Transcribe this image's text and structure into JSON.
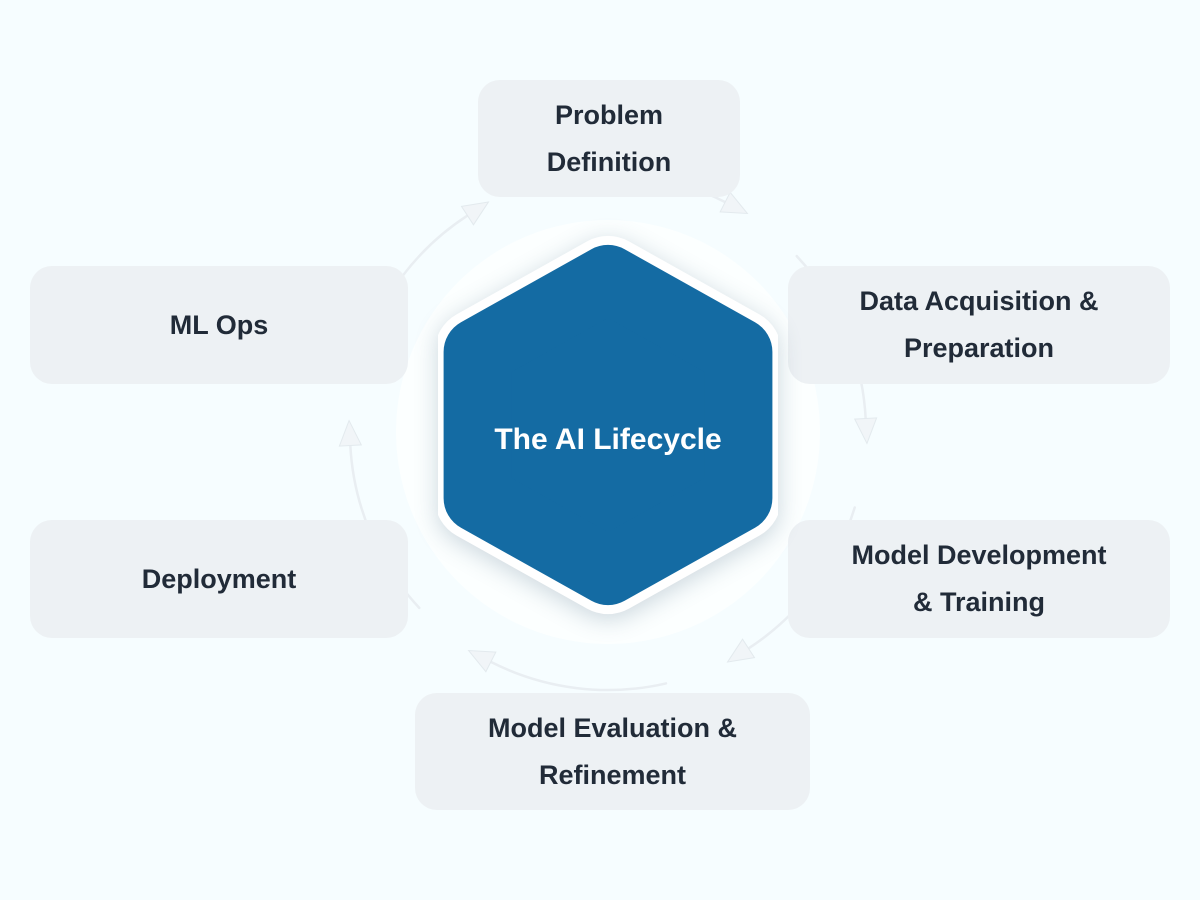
{
  "diagram": {
    "type": "cycle-diagram",
    "flow_direction": "clockwise",
    "center": {
      "title": "The AI Lifecycle",
      "shape": "hexagon"
    },
    "stages": [
      {
        "id": "problem-definition",
        "label": "Problem Definition",
        "lines": [
          "Problem",
          "Definition"
        ],
        "position": "top"
      },
      {
        "id": "data-acquisition-preparation",
        "label": "Data Acquisition & Preparation",
        "lines": [
          "Data Acquisition &",
          "Preparation"
        ],
        "position": "upper-right"
      },
      {
        "id": "model-development-training",
        "label": "Model Development & Training",
        "lines": [
          "Model Development",
          "& Training"
        ],
        "position": "lower-right"
      },
      {
        "id": "model-evaluation-refinement",
        "label": "Model Evaluation & Refinement",
        "lines": [
          "Model Evaluation &",
          "Refinement"
        ],
        "position": "bottom"
      },
      {
        "id": "deployment",
        "label": "Deployment",
        "lines": [
          "Deployment"
        ],
        "position": "lower-left"
      },
      {
        "id": "ml-ops",
        "label": "ML Ops",
        "lines": [
          "ML Ops"
        ],
        "position": "upper-left"
      }
    ],
    "colors": {
      "background": "#f6fdff",
      "hexagon_fill": "#146ba3",
      "hexagon_text": "#ffffff",
      "stage_box_background": "#edf1f4",
      "stage_label_text": "#212b38",
      "arrow": "#e9eef2"
    }
  }
}
